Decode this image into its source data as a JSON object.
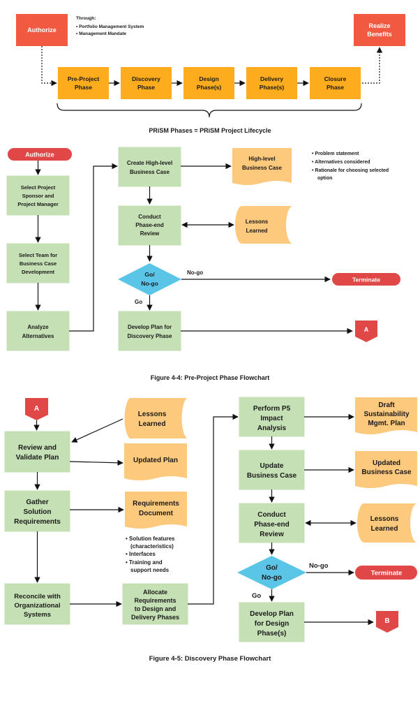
{
  "lifecycle": {
    "authorize": "Authorize",
    "realize": [
      "Realize",
      "Benefits"
    ],
    "through_title": "Through:",
    "through_items": [
      "Portfolio Management System",
      "Management Mandate"
    ],
    "phases": [
      [
        "Pre-Project",
        "Phase"
      ],
      [
        "Discovery",
        "Phase"
      ],
      [
        "Design",
        "Phase(s)"
      ],
      [
        "Delivery",
        "Phase(s)"
      ],
      [
        "Closure",
        "Phase"
      ]
    ],
    "caption": "PRiSM Phases = PRiSM Project Lifecycle"
  },
  "fig44": {
    "authorize": "Authorize",
    "select_sponsor": [
      "Select Project",
      "Sponsor and",
      "Project Manager"
    ],
    "select_team": [
      "Select Team for",
      "Business Case",
      "Development"
    ],
    "analyze": [
      "Analyze",
      "Alternatives"
    ],
    "create_case": [
      "Create High-level",
      "Business Case"
    ],
    "high_level_doc": [
      "High-level",
      "Business Case"
    ],
    "notes": [
      "Problem statement",
      "Alternatives considered",
      "Rationale for choosing selected",
      "option"
    ],
    "conduct_review": [
      "Conduct",
      "Phase-end",
      "Review"
    ],
    "lessons": [
      "Lessons",
      "Learned"
    ],
    "decision": [
      "Go/",
      "No-go"
    ],
    "nogo_label": "No-go",
    "go_label": "Go",
    "terminate": "Terminate",
    "develop_plan": [
      "Develop Plan for",
      "Discovery Phase"
    ],
    "connector": "A",
    "caption": "Figure 4-4: Pre-Project Phase Flowchart"
  },
  "fig45": {
    "connector_in": "A",
    "lessons_top": [
      "Lessons",
      "Learned"
    ],
    "review_validate": [
      "Review and",
      "Validate Plan"
    ],
    "updated_plan": "Updated Plan",
    "gather": [
      "Gather",
      "Solution",
      "Requirements"
    ],
    "req_doc": [
      "Requirements",
      "Document"
    ],
    "req_notes": [
      [
        "Solution features",
        "(characteristics)"
      ],
      [
        "Interfaces"
      ],
      [
        "Training and",
        "support needs"
      ]
    ],
    "reconcile": [
      "Reconcile with",
      "Organizational",
      "Systems"
    ],
    "allocate": [
      "Allocate",
      "Requirements",
      "to Design and",
      "Delivery Phases"
    ],
    "perform_p5": [
      "Perform P5",
      "Impact",
      "Analysis"
    ],
    "draft_plan": [
      "Draft",
      "Sustainability",
      "Mgmt. Plan"
    ],
    "update_case": [
      "Update",
      "Business Case"
    ],
    "updated_case": [
      "Updated",
      "Business Case"
    ],
    "conduct_review": [
      "Conduct",
      "Phase-end",
      "Review"
    ],
    "lessons_right": [
      "Lessons",
      "Learned"
    ],
    "decision": [
      "Go/",
      "No-go"
    ],
    "nogo_label": "No-go",
    "go_label": "Go",
    "terminate": "Terminate",
    "develop_plan": [
      "Develop Plan",
      "for Design",
      "Phase(s)"
    ],
    "connector_out": "B",
    "caption": "Figure 4-5: Discovery Phase Flowchart"
  }
}
